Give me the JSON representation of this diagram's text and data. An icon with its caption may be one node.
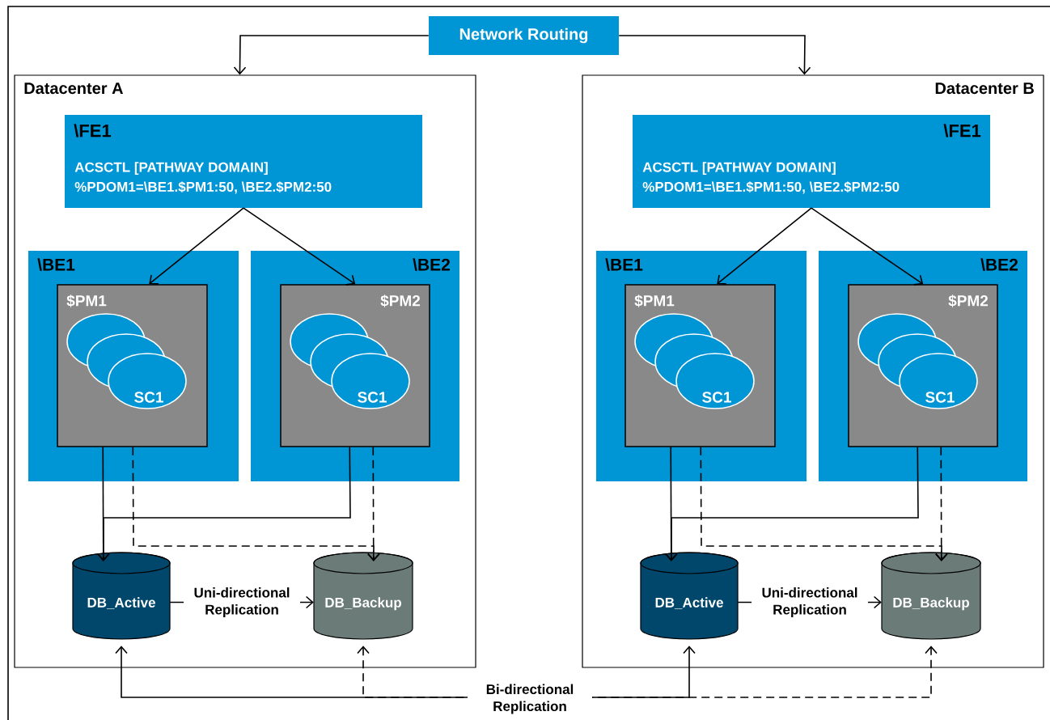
{
  "diagram": {
    "nodes": [
      {
        "text": [
          "Network Routing"
        ]
      },
      {
        "text": [
          "Datacenter A"
        ]
      },
      {
        "text": [
          "\\FE1",
          "ACSCTL [PATHWAY DOMAIN]",
          "%PDOM1=\\BE1.$PM1:50, \\BE2.$PM2:50"
        ],
        "in": 1
      },
      {
        "text": [
          "\\BE1"
        ],
        "in": 1
      },
      {
        "text": [
          "$PM1"
        ],
        "in": 3
      },
      {
        "text": [],
        "shape": "circle",
        "in": 4
      },
      {
        "text": [],
        "shape": "circle",
        "in": 4
      },
      {
        "text": [
          "SC1"
        ],
        "in": 4
      },
      {
        "text": [
          "\\BE2"
        ],
        "in": 1
      },
      {
        "text": [
          "$PM2"
        ],
        "in": 8
      },
      {
        "text": [],
        "shape": "circle",
        "in": 9
      },
      {
        "text": [],
        "shape": "circle",
        "in": 9
      },
      {
        "text": [
          "SC1"
        ],
        "in": 9
      },
      {
        "text": [
          "DB_Active"
        ],
        "in": 1
      },
      {
        "text": [
          "DB_Backup"
        ],
        "in": 1
      },
      {
        "text": [
          "Datacenter B"
        ]
      },
      {
        "text": [
          "\\FE1",
          "ACSCTL [PATHWAY DOMAIN]",
          "%PDOM1=\\BE1.$PM1:50, \\BE2.$PM2:50"
        ],
        "in": 15
      },
      {
        "text": [
          "\\BE1"
        ],
        "in": 15
      },
      {
        "text": [
          "$PM1"
        ],
        "in": 17
      },
      {
        "text": [],
        "shape": "circle",
        "in": 18
      },
      {
        "text": [],
        "shape": "circle",
        "in": 18
      },
      {
        "text": [
          "SC1"
        ],
        "in": 18
      },
      {
        "text": [
          "\\BE2"
        ],
        "in": 15
      },
      {
        "text": [
          "$PM2"
        ],
        "in": 22
      },
      {
        "text": [],
        "shape": "circle",
        "in": 23
      },
      {
        "text": [],
        "shape": "circle",
        "in": 23
      },
      {
        "text": [
          "SC1"
        ],
        "in": 23
      },
      {
        "text": [
          "DB_Active"
        ],
        "in": 15
      },
      {
        "text": [
          "DB_Backup"
        ],
        "in": 15
      }
    ],
    "edges": [
      {
        "from": 0,
        "to": 1,
        "arrow": "to"
      },
      {
        "from": 0,
        "to": 15,
        "arrow": "to"
      },
      {
        "from": 2,
        "to": 4,
        "arrow": "to"
      },
      {
        "from": 2,
        "to": 9,
        "arrow": "to"
      },
      {
        "from": 4,
        "to": 13,
        "arrow": "to"
      },
      {
        "from": 9,
        "to": 13,
        "arrow": "to"
      },
      {
        "from": 4,
        "to": 14,
        "arrow": "to",
        "style": "dashed"
      },
      {
        "from": 9,
        "to": 14,
        "arrow": "to",
        "style": "dashed"
      },
      {
        "from": 13,
        "to": 14,
        "arrow": "to",
        "label": "Uni-directional Replication"
      },
      {
        "from": 16,
        "to": 18,
        "arrow": "to"
      },
      {
        "from": 16,
        "to": 23,
        "arrow": "to"
      },
      {
        "from": 18,
        "to": 27,
        "arrow": "to"
      },
      {
        "from": 23,
        "to": 27,
        "arrow": "to"
      },
      {
        "from": 18,
        "to": 28,
        "arrow": "to",
        "style": "dashed"
      },
      {
        "from": 23,
        "to": 28,
        "arrow": "to",
        "style": "dashed"
      },
      {
        "from": 27,
        "to": 28,
        "arrow": "to",
        "label": "Uni-directional Replication"
      },
      {
        "from": 13,
        "to": 27,
        "arrow": "both",
        "label": "Bi-directional Replication"
      },
      {
        "from": 14,
        "to": 28,
        "arrow": "both",
        "style": "dashed"
      }
    ]
  }
}
